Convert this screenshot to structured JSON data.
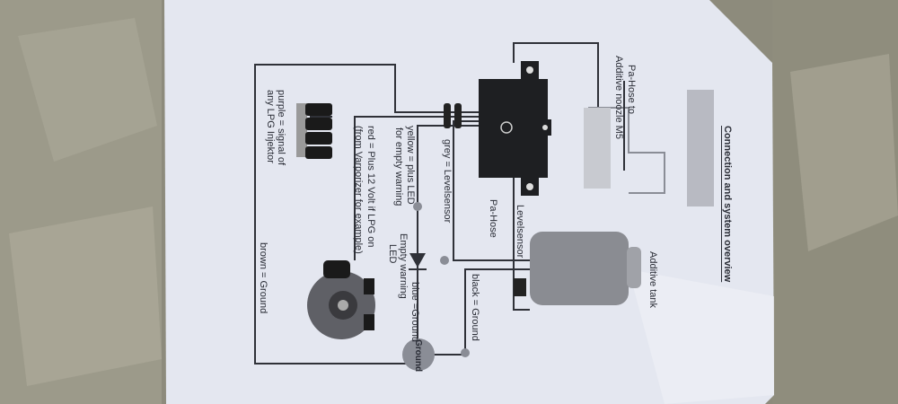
{
  "title": "Connection and system overview",
  "labels": {
    "pa_hose_to": "Pa-Hose to",
    "additive_nozzle": "Additive noozle M5",
    "additive_tank": "Additive tank",
    "levelsensor": "Levelsensor",
    "pa_hose": "Pa-Hose",
    "grey": "grey = Levelsensor",
    "yellow_1": "yellow = plus LED",
    "yellow_2": "for empty warning",
    "red_1": "red = Plus 12 Volt if LPG on",
    "red_2": "(from Varporizer for example)",
    "led_1": "Empty warning",
    "led_2": "LED",
    "blue": "blue =Ground",
    "black": "black = Ground",
    "purple_1": "purple = signal of",
    "purple_2": "any LPG Injektor",
    "brown": "brown = Ground",
    "ground": "Ground"
  },
  "colors": {
    "paper": "#e6e9f2",
    "ink": "#2a2d36",
    "box": "#1e1f22",
    "node": "#8a8d96"
  }
}
